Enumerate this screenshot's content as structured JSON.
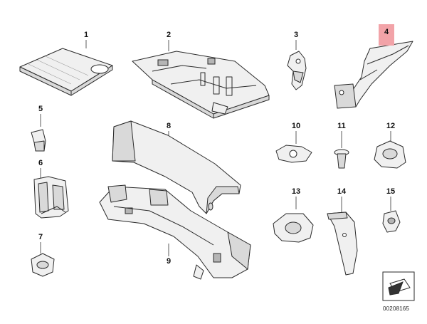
{
  "parts": [
    {
      "id": "part-1",
      "label": "1",
      "highlight": false
    },
    {
      "id": "part-2",
      "label": "2",
      "highlight": false
    },
    {
      "id": "part-3",
      "label": "3",
      "highlight": false
    },
    {
      "id": "part-4",
      "label": "4",
      "highlight": true
    },
    {
      "id": "part-5",
      "label": "5",
      "highlight": false
    },
    {
      "id": "part-6",
      "label": "6",
      "highlight": false
    },
    {
      "id": "part-7",
      "label": "7",
      "highlight": false
    },
    {
      "id": "part-8",
      "label": "8",
      "highlight": false
    },
    {
      "id": "part-9",
      "label": "9",
      "highlight": false
    },
    {
      "id": "part-10",
      "label": "10",
      "highlight": false
    },
    {
      "id": "part-11",
      "label": "11",
      "highlight": false
    },
    {
      "id": "part-12",
      "label": "12",
      "highlight": false
    },
    {
      "id": "part-13",
      "label": "13",
      "highlight": false
    },
    {
      "id": "part-14",
      "label": "14",
      "highlight": false
    },
    {
      "id": "part-15",
      "label": "15",
      "highlight": false
    }
  ],
  "highlight_color": "#f2a3a8",
  "catalog_number": "00208165"
}
